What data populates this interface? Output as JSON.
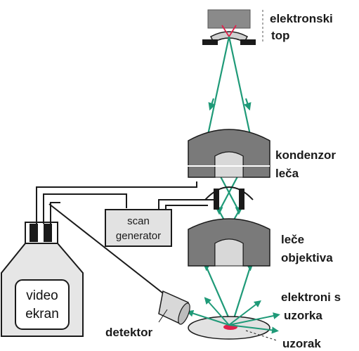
{
  "labels": {
    "electron_gun": [
      "elektronski",
      "top"
    ],
    "condenser_lens": [
      "kondenzor",
      "leča"
    ],
    "objective_lens": [
      "leče",
      "objektiva"
    ],
    "scan_generator": [
      "scan",
      "generator"
    ],
    "video_screen": [
      "video",
      "ekran"
    ],
    "detector": "detektor",
    "sample_electrons": [
      "elektroni s",
      "uzorka"
    ],
    "sample": "uzorak"
  },
  "colors": {
    "beam": "#1f9a78",
    "lens_dark": "#7a7a7a",
    "lens_light": "#d8d8d8",
    "sample_spot": "#e0204a",
    "outline": "#1a1a1a"
  }
}
